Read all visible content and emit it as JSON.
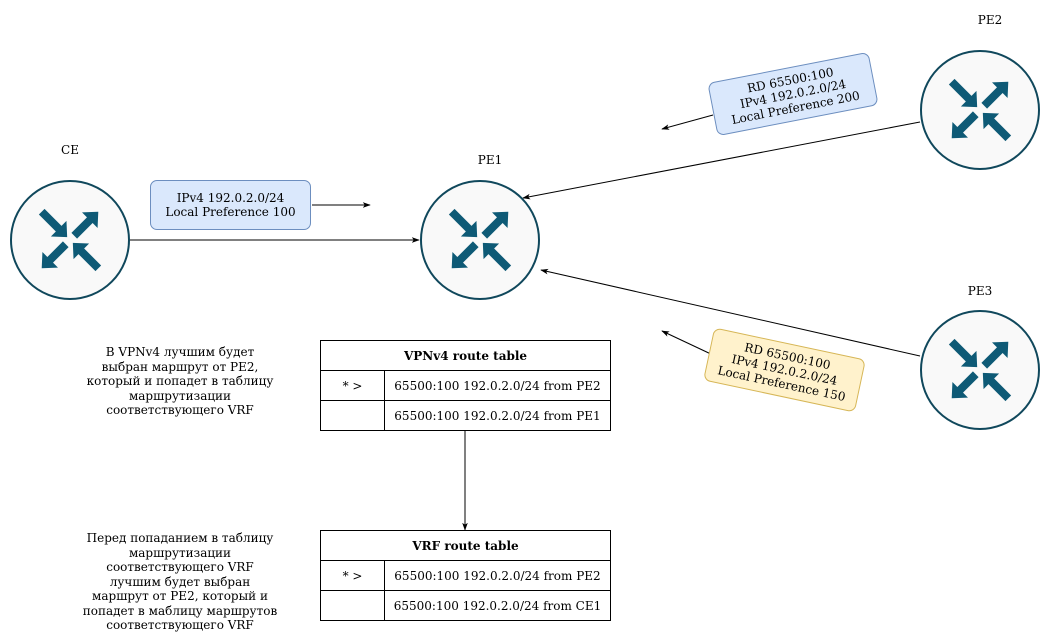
{
  "nodes": {
    "ce": {
      "label": "CE"
    },
    "pe1": {
      "label": "PE1"
    },
    "pe2": {
      "label": "PE2"
    },
    "pe3": {
      "label": "PE3"
    }
  },
  "bubbles": {
    "ce_route": {
      "lines": [
        "IPv4 192.0.2.0/24",
        "Local Preference 100"
      ]
    },
    "pe2_route": {
      "lines": [
        "RD 65500:100",
        "IPv4 192.0.2.0/24",
        "Local Preference 200"
      ]
    },
    "pe3_route": {
      "lines": [
        "RD 65500:100",
        "IPv4 192.0.2.0/24",
        "Local Preference 150"
      ]
    }
  },
  "notes": {
    "vpnv4": "В VPNv4 лучшим будет\nвыбран маршрут от PE2,\nкоторый и попадет в таблицу\nмаршрутизации\nсоответствующего VRF",
    "vrf": "Перед попаданием в таблицу\nмаршрутизации\nсоответствующего VRF\nлучшим будет выбран\nмаршрут от PE2, который и\nпопадет в маблицу маршрутов\nсоответствующего VRF"
  },
  "vpnv4_table": {
    "title": "VPNv4 route table",
    "rows": [
      {
        "flag": "* >",
        "route": "65500:100 192.0.2.0/24 from  PE2"
      },
      {
        "flag": "",
        "route": "65500:100 192.0.2.0/24 from  PE1"
      }
    ]
  },
  "vrf_table": {
    "title": "VRF route  table",
    "rows": [
      {
        "flag": "* >",
        "route": "65500:100 192.0.2.0/24 from  PE2"
      },
      {
        "flag": "",
        "route": "65500:100 192.0.2.0/24 from  CE1"
      }
    ]
  },
  "colors": {
    "router_fill": "#f9f9f9",
    "router_stroke": "#10485c",
    "router_arrow": "#0e5a76",
    "blue_fill": "#dae8fc",
    "yellow_fill": "#fff2cc"
  }
}
